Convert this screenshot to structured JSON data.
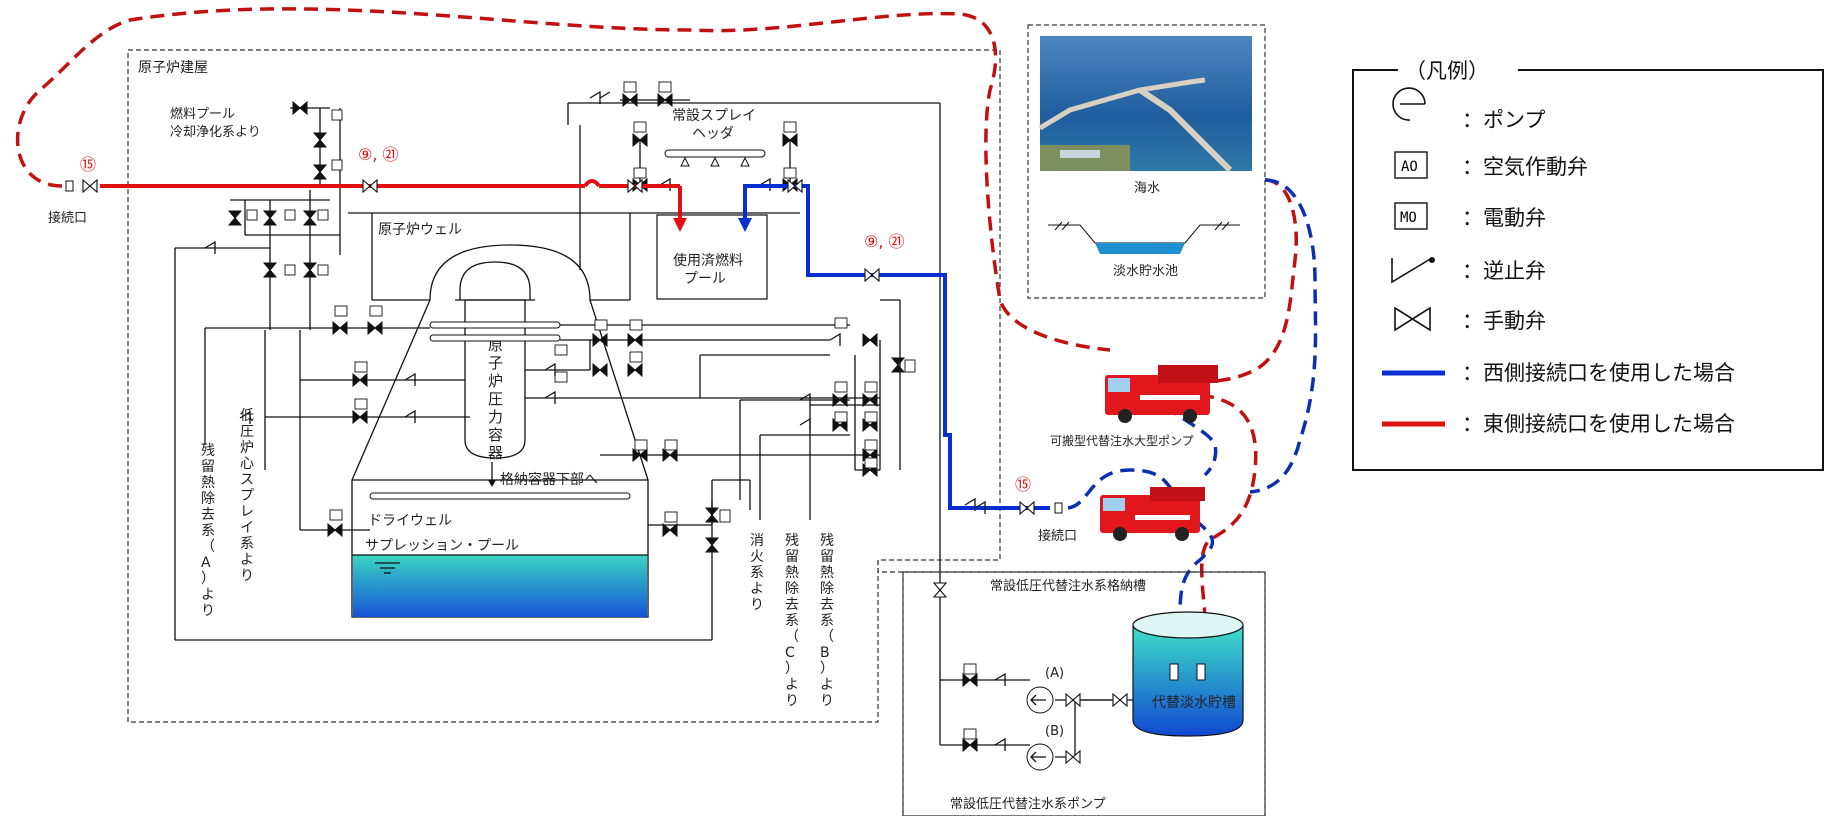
{
  "labels": {
    "reactor_building": "原子炉建屋",
    "fuel_pool_cleanup_from": "燃料プール\n冷却浄化系より",
    "connection_west": "接続口",
    "connection_east": "接続口",
    "spray_header": "常設スプレイ\nヘッダ",
    "reactor_well": "原子炉ウェル",
    "spent_fuel_pool": "使用済燃料\nプール",
    "rpv": "原子炉圧力容器",
    "drywell": "ドライウェル",
    "to_lower_containment": "格納容器下部へ",
    "suppression_pool": "サプレッション・プール",
    "rhr_a": "残留熱除去系（A）より",
    "lpcs": "低圧炉心スプレイ系より",
    "rhr_c": "残留熱除去系（C）より",
    "rhr_b": "残留熱除去系（B）より",
    "fire": "消火系より",
    "seawater": "海水",
    "freshwater_pond": "淡水貯水池",
    "portable_pump": "可搬型代替注水大型ポンプ",
    "tank_room": "常設低圧代替注水系格納槽",
    "alt_tank": "代替淡水貯槽",
    "perm_pump": "常設低圧代替注水系ポンプ",
    "pump_a": "(A)",
    "pump_b": "(B)",
    "num_15_w": "⑮",
    "num_15_e": "⑮",
    "num_9_21_w": "⑨, ㉑",
    "num_9_21_e": "⑨, ㉑"
  },
  "valve_tags": {
    "ao": "AO",
    "mo": "MO"
  },
  "legend": {
    "title": "（凡例）",
    "items": [
      {
        "symbol": "pump-symbol",
        "text": "：ポンプ"
      },
      {
        "symbol": "ao-valve-symbol",
        "tag": "AO",
        "text": "：空気作動弁"
      },
      {
        "symbol": "mo-valve-symbol",
        "tag": "MO",
        "text": "：電動弁"
      },
      {
        "symbol": "check-valve-symbol",
        "text": "：逆止弁"
      },
      {
        "symbol": "manual-valve-symbol",
        "text": "：手動弁"
      },
      {
        "symbol": "blue-line-symbol",
        "text": "：西側接続口を使用した場合"
      },
      {
        "symbol": "red-line-symbol",
        "text": "：東側接続口を使用した場合"
      }
    ]
  },
  "colors": {
    "east_line": "#e01010",
    "west_line": "#0a2fd0",
    "water_top": "#33d0c0",
    "water_bottom": "#1450d8",
    "truck": "#e2161d"
  }
}
